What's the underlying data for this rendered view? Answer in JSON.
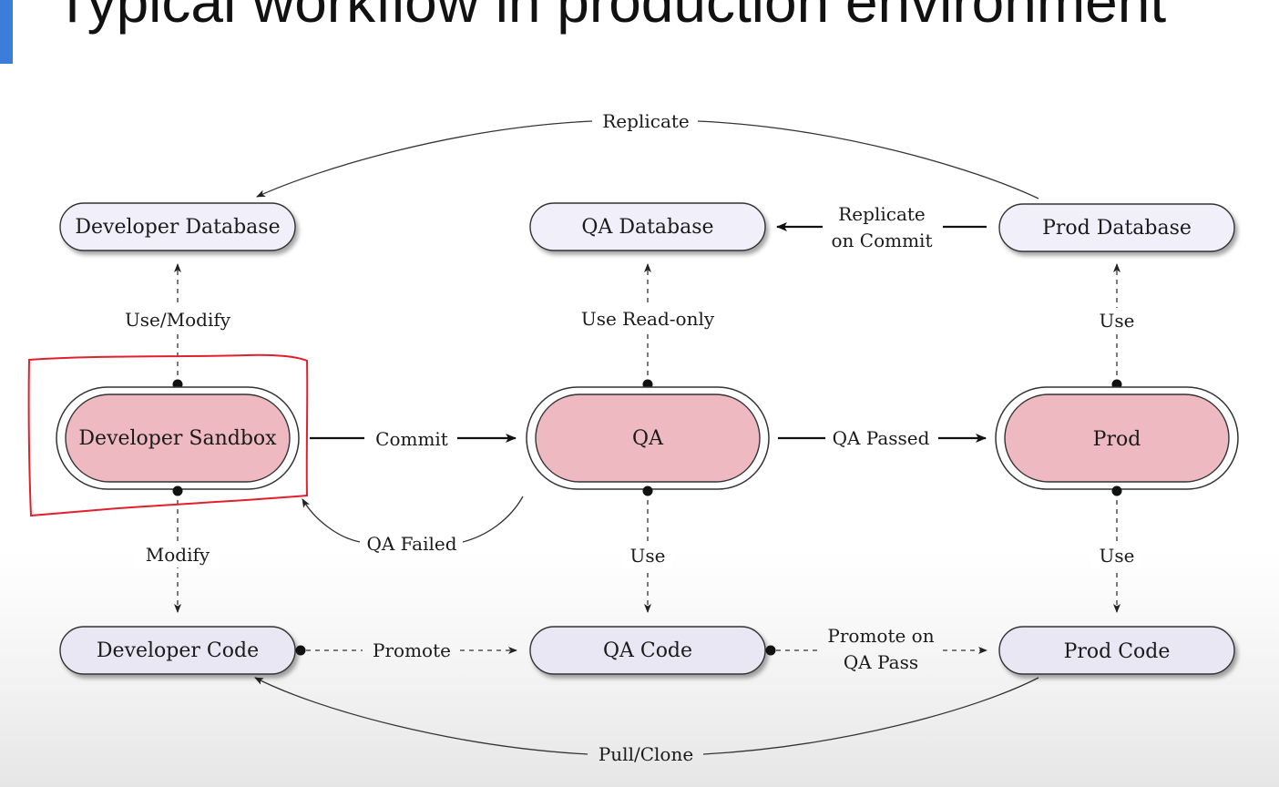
{
  "slide": {
    "title": "Typical workflow in production environment"
  },
  "nodes": {
    "dev_db": "Developer Database",
    "qa_db": "QA Database",
    "prod_db": "Prod Database",
    "dev_sandbox": "Developer Sandbox",
    "qa": "QA",
    "prod": "Prod",
    "dev_code": "Developer Code",
    "qa_code": "QA Code",
    "prod_code": "Prod Code"
  },
  "edges": {
    "replicate": "Replicate",
    "replicate_on_commit_1": "Replicate",
    "replicate_on_commit_2": "on Commit",
    "use_modify": "Use/Modify",
    "use_read_only": "Use Read-only",
    "use_prod_db": "Use",
    "commit": "Commit",
    "qa_passed": "QA Passed",
    "qa_failed": "QA Failed",
    "modify": "Modify",
    "use_qa_code": "Use",
    "use_prod_code": "Use",
    "promote": "Promote",
    "promote_on_qa_pass_1": "Promote on",
    "promote_on_qa_pass_2": "QA Pass",
    "pull_clone": "Pull/Clone"
  },
  "colors": {
    "db_fill": "#f1effa",
    "stage_fill": "#efb9c1",
    "code_fill": "#e9e7f3",
    "stroke": "#333333",
    "highlight": "#e0202c",
    "accent": "#3b7dd8"
  }
}
